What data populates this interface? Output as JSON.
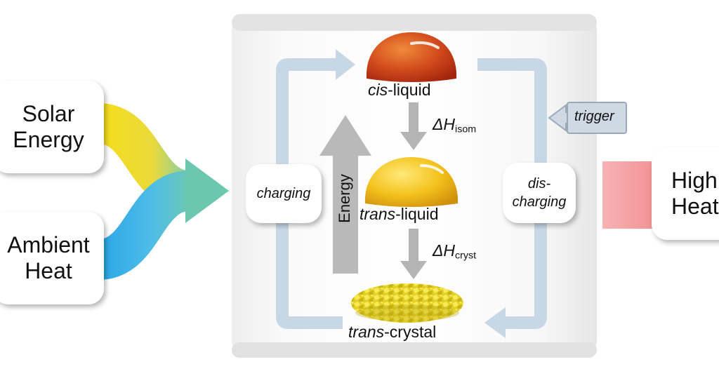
{
  "sources": {
    "solar": {
      "line1": "Solar",
      "line2": "Energy"
    },
    "ambient": {
      "line1": "Ambient",
      "line2": "Heat"
    }
  },
  "output": {
    "line1": "High",
    "line2": "Heat"
  },
  "states": {
    "cis": {
      "prefix": "cis",
      "suffix": "-liquid"
    },
    "trans_liquid": {
      "prefix": "trans",
      "suffix": "-liquid"
    },
    "trans_crystal": {
      "prefix": "trans",
      "suffix": "-crystal"
    }
  },
  "enthalpy": {
    "isom": {
      "symbol": "ΔH",
      "sub": "isom"
    },
    "cryst": {
      "symbol": "ΔH",
      "sub": "cryst"
    }
  },
  "labels": {
    "charging": "charging",
    "discharging_line1": "dis-",
    "discharging_line2": "charging",
    "trigger": "trigger",
    "energy": "Energy"
  },
  "colors": {
    "solar": "#f2d71e",
    "ambient": "#2ea9e6",
    "merge": "#6cc7b0",
    "output": "#f4a0a3",
    "cycle_arrow": "#c8d7e6",
    "energy_arrow": "#b9b9b9",
    "cis_droplet": "#c9421a",
    "trans_droplet": "#f0c020",
    "crystal": "#e6d22a"
  }
}
